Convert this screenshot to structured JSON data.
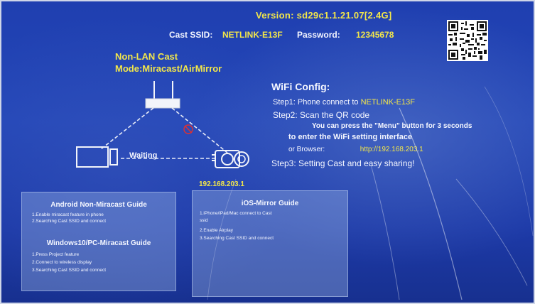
{
  "header": {
    "version": "Version: sd29c1.1.21.07[2.4G]",
    "cast_ssid_label": "Cast SSID:",
    "cast_ssid_value": "NETLINK-E13F",
    "password_label": "Password:",
    "password_value": "12345678"
  },
  "mode": {
    "line1": "Non-LAN Cast",
    "line2": "Mode:Miracast/AirMirror"
  },
  "diagram": {
    "waiting_label": "Waiting",
    "device_ip": "192.168.203.1"
  },
  "wifi_config": {
    "title": "WiFi Config:",
    "step1_label": "Step1:",
    "step1_text": "Phone connect to",
    "step1_ssid": "NETLINK-E13F",
    "step2": "Step2: Scan the QR code",
    "menu_hint": "You can press the \"Menu\" button for 3 seconds",
    "enter_wifi": "to enter the WiFi setting interface",
    "browser_label": "or Browser:",
    "browser_url": "http://192.168.203.1",
    "step3": "Step3: Setting Cast and easy sharing!"
  },
  "android_guide": {
    "title": "Android Non-Miracast Guide",
    "lines": [
      "1.Enable miracast feature in phone",
      "2.Searching Cast SSID and connect"
    ]
  },
  "windows_guide": {
    "title": "Windows10/PC-Miracast Guide",
    "lines": [
      "1.Press Project feature",
      "2.Connect to wireless display",
      "3.Searching Cast SSID and connect"
    ]
  },
  "ios_guide": {
    "title": "iOS-Mirror Guide",
    "lines": [
      "1.iPhone/iPad/Mac connect to Cast",
      "   ssid",
      "2.Enable Airplay",
      "3.Searching Cast SSID and connect"
    ]
  },
  "colors": {
    "background": "#2447b8",
    "accent_yellow": "#f2e64a",
    "text_white": "#f4f6ff"
  }
}
